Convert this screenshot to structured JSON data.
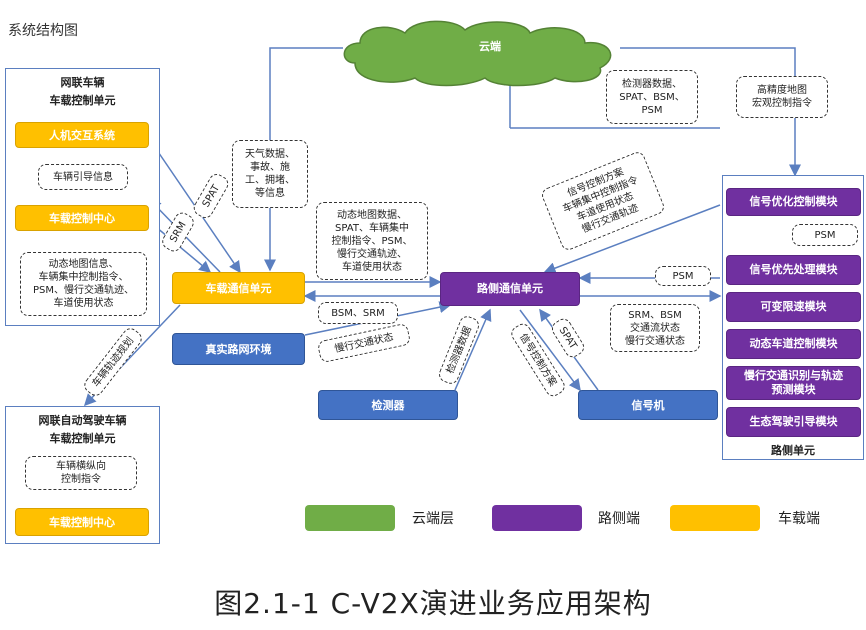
{
  "top_title": "系统结构图",
  "cloud": {
    "label": "云端"
  },
  "vehicle_panel": {
    "title_line1": "网联车辆",
    "title_line2": "车载控制单元",
    "hmi": "人机交互系统",
    "guide_info": "车辆引导信息",
    "control_center": "车载控制中心",
    "info_box": [
      "动态地图信息、",
      "车辆集中控制指令、",
      "PSM、慢行交通轨迹、",
      "车道使用状态"
    ]
  },
  "auto_panel": {
    "title_line1": "网联自动驾驶车辆",
    "title_line2": "车载控制单元",
    "cmd_box": [
      "车辆横纵向",
      "控制指令"
    ],
    "control_center": "车载控制中心"
  },
  "obu": "车载通信单元",
  "real_env": "真实路网环境",
  "rsu": "路侧通信单元",
  "detector": "检测器",
  "signal": "信号机",
  "roadside_panel": {
    "modules": [
      "信号优化控制模块",
      "信号优先处理模块",
      "可变限速模块",
      "动态车道控制模块",
      "慢行交通识别与轨迹\n预测模块",
      "生态驾驶引导模块"
    ],
    "psm_inner": "PSM",
    "footer": "路侧单元"
  },
  "notes": {
    "weather": [
      "天气数据、",
      "事故、施",
      "工、拥堵、",
      "等信息"
    ],
    "detector_data": [
      "检测器数据、",
      "SPAT、BSM、",
      "PSM"
    ],
    "hd_map": [
      "高精度地图",
      "宏观控制指令"
    ],
    "dynamic_map": [
      "动态地图数据、",
      "SPAT、车辆集中",
      "控制指令、PSM、",
      "慢行交通轨迹、",
      "车道使用状态"
    ],
    "bsm_srm": "BSM、SRM",
    "slow_traffic": "慢行交通状态",
    "psm_right": "PSM",
    "srm_bsm": [
      "SRM、BSM",
      "交通流状态",
      "慢行交通状态"
    ],
    "signal_plan": [
      "信号控制方案",
      "车辆集中控制指令",
      "车道使用状态",
      "慢行交通轨迹"
    ]
  },
  "rotated": {
    "spat_left": "SPAT",
    "srm_left": "SRM",
    "trajectory_plan": "车辆轨迹规划",
    "detector_data": "检测器数据",
    "signal_plan": "信号控制方案",
    "spat_right": "SPAT"
  },
  "legend": [
    {
      "label": "云端层",
      "color": "#70ad47"
    },
    {
      "label": "路侧端",
      "color": "#7030a0"
    },
    {
      "label": "车载端",
      "color": "#ffc000"
    }
  ],
  "caption": "图2.1-1  C-V2X演进业务应用架构"
}
